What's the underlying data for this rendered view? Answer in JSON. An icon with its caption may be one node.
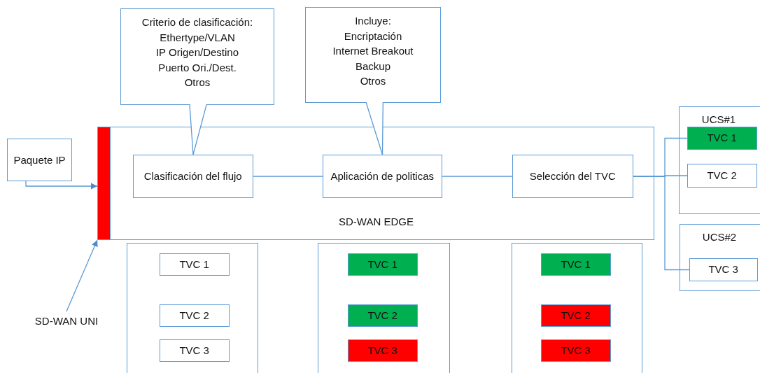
{
  "diagram": {
    "nodes": [
      {
        "text": [
          "Criterio de clasificación:",
          "Ethertype/VLAN",
          "IP Origen/Destino",
          "Puerto Ori./Dest.",
          "Otros"
        ]
      },
      {
        "text": [
          "Incluye:",
          "Encriptación",
          "Internet Breakout",
          "Backup",
          "Otros"
        ]
      },
      {
        "text": [
          "Paquete IP"
        ]
      },
      {
        "text": [
          "SD-WAN EDGE"
        ]
      },
      {
        "text": [
          "Clasificación del flujo"
        ],
        "in": 3
      },
      {
        "text": [
          "Aplicación de politicas"
        ],
        "in": 3
      },
      {
        "text": [
          "Selección del TVC"
        ],
        "in": 3
      },
      {
        "text": [],
        "shape": "bar",
        "in": 3
      },
      {
        "text": [
          "SD-WAN UNI"
        ]
      },
      {
        "text": [
          "UCS#1"
        ]
      },
      {
        "text": [
          "TVC 1"
        ],
        "in": 9
      },
      {
        "text": [
          "TVC 2"
        ],
        "in": 9
      },
      {
        "text": [
          "UCS#2"
        ]
      },
      {
        "text": [
          "TVC 3"
        ],
        "in": 12
      },
      {
        "text": [],
        "shape": "box"
      },
      {
        "text": [
          "TVC 1"
        ],
        "in": 14
      },
      {
        "text": [
          "TVC 2"
        ],
        "in": 14
      },
      {
        "text": [
          "TVC 3"
        ],
        "in": 14
      },
      {
        "text": [],
        "shape": "box"
      },
      {
        "text": [
          "TVC 1"
        ],
        "in": 18
      },
      {
        "text": [
          "TVC 2"
        ],
        "in": 18
      },
      {
        "text": [
          "TVC 3"
        ],
        "in": 18
      },
      {
        "text": [],
        "shape": "box"
      },
      {
        "text": [
          "TVC 1"
        ],
        "in": 22
      },
      {
        "text": [
          "TVC 2"
        ],
        "in": 22
      },
      {
        "text": [
          "TVC 3"
        ],
        "in": 22
      }
    ],
    "edges": [
      {
        "from": 0,
        "to": 4,
        "arrow": "none"
      },
      {
        "from": 1,
        "to": 5,
        "arrow": "none"
      },
      {
        "from": 2,
        "to": 7,
        "arrow": "to"
      },
      {
        "from": 8,
        "to": 7,
        "arrow": "to"
      },
      {
        "from": 4,
        "to": 5,
        "arrow": "none"
      },
      {
        "from": 5,
        "to": 6,
        "arrow": "none"
      },
      {
        "from": 6,
        "to": 10,
        "arrow": "none"
      },
      {
        "from": 6,
        "to": 11,
        "arrow": "none"
      },
      {
        "from": 6,
        "to": 13,
        "arrow": "none"
      }
    ]
  }
}
